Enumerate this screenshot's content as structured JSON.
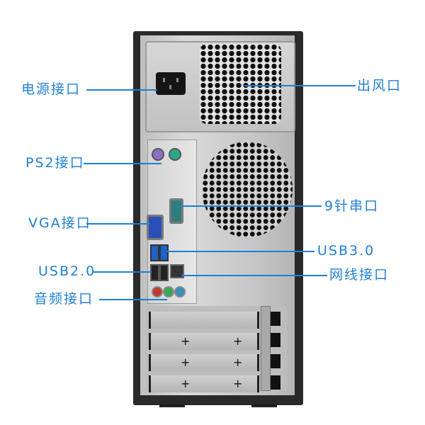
{
  "diagram": {
    "subject": "PC tower rear panel",
    "accent_color": "#1f7fd6",
    "labels_left": [
      {
        "id": "power",
        "text": "电源接口"
      },
      {
        "id": "ps2",
        "text": "PS2接口"
      },
      {
        "id": "vga",
        "text": "VGA接口"
      },
      {
        "id": "usb2",
        "text": "USB2.0"
      },
      {
        "id": "audio",
        "text": "音频接口"
      }
    ],
    "labels_right": [
      {
        "id": "exhaust",
        "text": "出风口"
      },
      {
        "id": "serial",
        "text": "9针串口"
      },
      {
        "id": "usb3",
        "text": "USB3.0"
      },
      {
        "id": "ethernet",
        "text": "网线接口"
      }
    ]
  }
}
